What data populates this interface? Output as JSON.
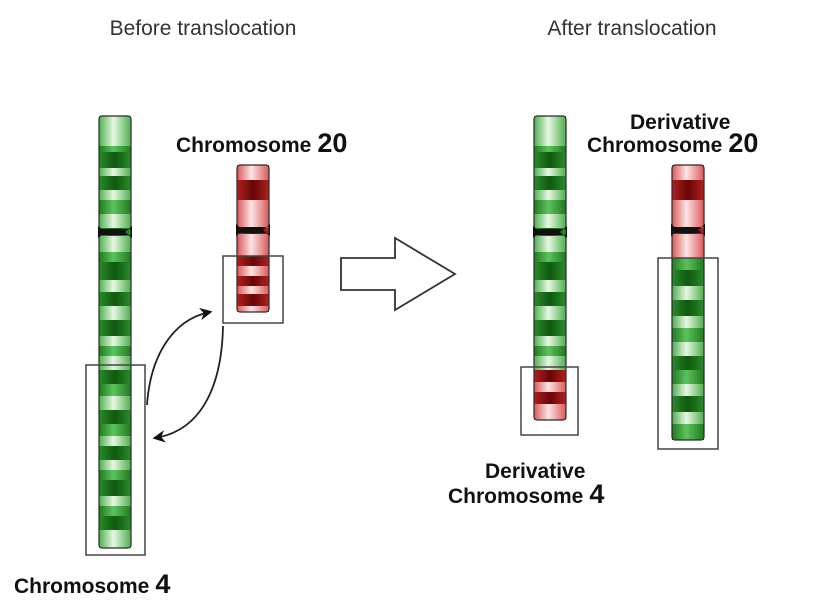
{
  "headings": {
    "before": "Before translocation",
    "after": "After translocation"
  },
  "labels": {
    "chr20_word": "Chromosome",
    "chr20_num": "20",
    "chr4_word": "Chromosome",
    "chr4_num": "4",
    "der20_line1": "Derivative",
    "der20_word": "Chromosome",
    "der20_num": "20",
    "der4_line1": "Derivative",
    "der4_word": "Chromosome",
    "der4_num": "4"
  },
  "colors": {
    "green_dark": "#1f7a1f",
    "green_mid": "#3aa83a",
    "green_light": "#9bdc8f",
    "red_dark": "#9a1010",
    "red_mid": "#d44a4a",
    "red_light": "#f4b8b8",
    "outline": "#444444",
    "centromere": "#111111"
  },
  "icons": {
    "transition": "hollow-right-arrow-icon",
    "swap": "curved-double-arrow-icon"
  }
}
